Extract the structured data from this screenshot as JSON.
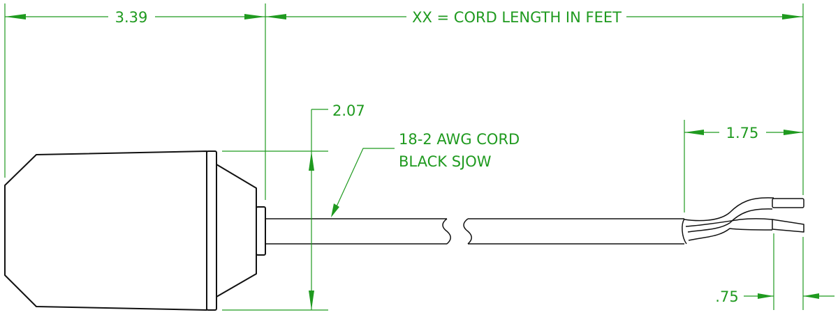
{
  "dimensions": {
    "body_length": "3.39",
    "cord_length": "XX = CORD LENGTH IN FEET",
    "body_height": "2.07",
    "strip_length": "1.75",
    "wire_strip": ".75"
  },
  "callout": {
    "line1": "18-2 AWG CORD",
    "line2": "BLACK SJOW"
  },
  "colors": {
    "dimension": "#1f9a1f",
    "part": "#111111"
  }
}
